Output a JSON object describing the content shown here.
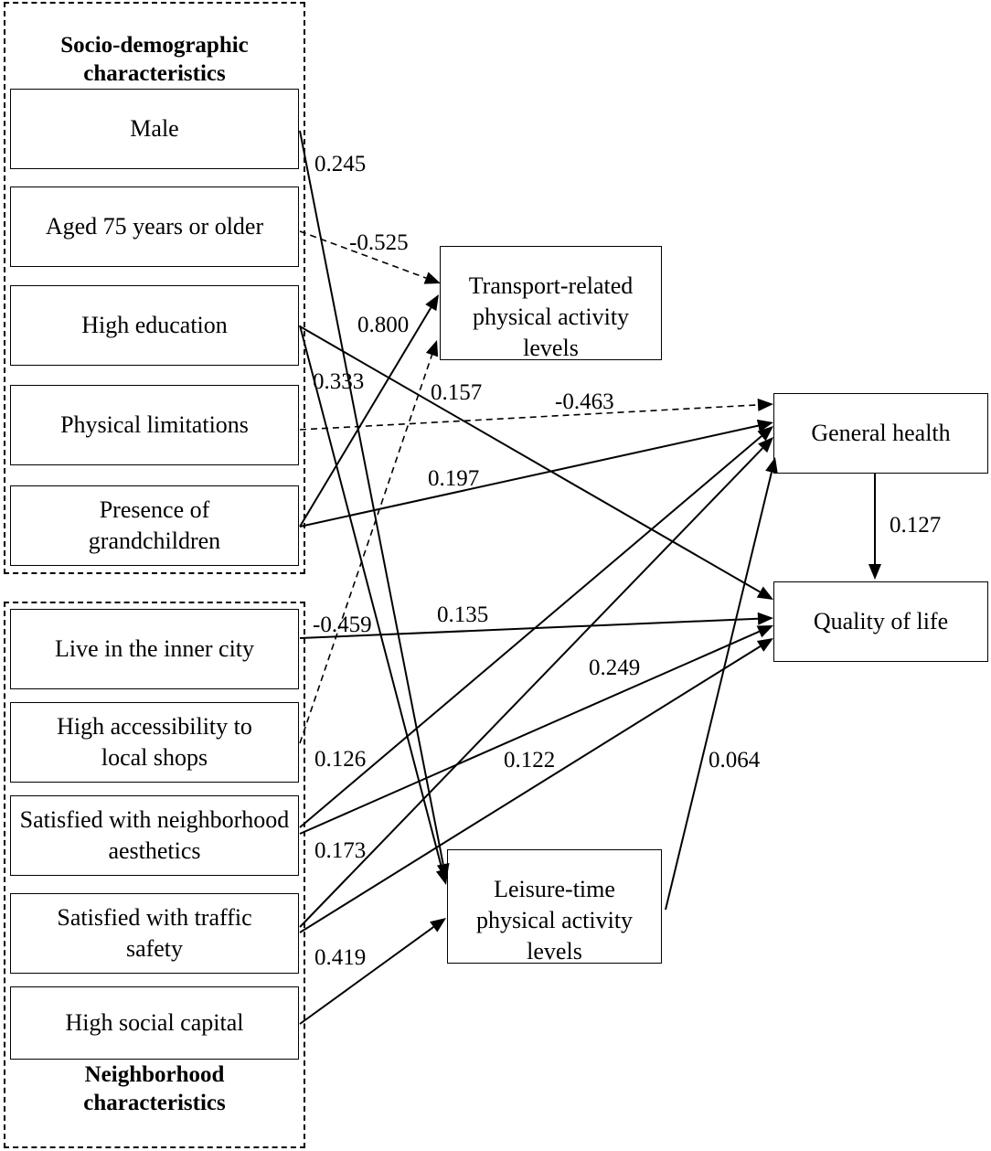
{
  "groups": {
    "socio": "Socio-demographic characteristics",
    "neighborhood": "Neighborhood characteristics"
  },
  "nodes": {
    "male": "Male",
    "aged": "Aged 75 years or older",
    "education": "High education",
    "limitations": "Physical limitations",
    "grandchildren": "Presence of grandchildren",
    "inner_city": "Live in the inner city",
    "shops": "High accessibility to local shops",
    "aesthetics": "Satisfied with neighborhood aesthetics",
    "traffic": "Satisfied with traffic safety",
    "social": "High social capital",
    "transport_pa": "Transport-related physical activity levels",
    "general_health": "General health",
    "quality_of_life": "Quality of life",
    "leisure_pa": "Leisure-time physical activity levels"
  },
  "paths": [
    {
      "from": "Male",
      "to": "Leisure-time physical activity levels",
      "coef": "0.245",
      "style": "solid"
    },
    {
      "from": "Aged 75 years or older",
      "to": "Transport-related physical activity levels",
      "coef": "-0.525",
      "style": "dashed"
    },
    {
      "from": "Presence of grandchildren",
      "to": "Transport-related physical activity levels",
      "coef": "0.800",
      "style": "solid"
    },
    {
      "from": "High education",
      "to": "Leisure-time physical activity levels",
      "coef": "0.333",
      "style": "solid"
    },
    {
      "from": "High education",
      "to": "Quality of life",
      "coef": "0.157",
      "style": "solid"
    },
    {
      "from": "Physical limitations",
      "to": "General health",
      "coef": "-0.463",
      "style": "dashed"
    },
    {
      "from": "Presence of grandchildren",
      "to": "General health",
      "coef": "0.197",
      "style": "solid"
    },
    {
      "from": "General health",
      "to": "Quality of life",
      "coef": "0.127",
      "style": "solid"
    },
    {
      "from": "Live in the inner city",
      "to": "Quality of life",
      "coef": "0.135",
      "style": "solid"
    },
    {
      "from": "High accessibility to local shops",
      "to": "Transport-related physical activity levels",
      "coef": "-0.459",
      "style": "dashed"
    },
    {
      "from": "Satisfied with neighborhood aesthetics",
      "to": "Quality of life",
      "coef": "0.249",
      "style": "solid"
    },
    {
      "from": "Satisfied with neighborhood aesthetics",
      "to": "General health",
      "coef": "0.126",
      "style": "solid"
    },
    {
      "from": "Satisfied with traffic safety",
      "to": "Quality of life",
      "coef": "0.122",
      "style": "solid"
    },
    {
      "from": "Leisure-time physical activity levels",
      "to": "General health",
      "coef": "0.064",
      "style": "solid"
    },
    {
      "from": "Satisfied with traffic safety",
      "to": "General health",
      "coef": "0.173",
      "style": "solid"
    },
    {
      "from": "High social capital",
      "to": "Leisure-time physical activity levels",
      "coef": "0.419",
      "style": "solid"
    }
  ]
}
